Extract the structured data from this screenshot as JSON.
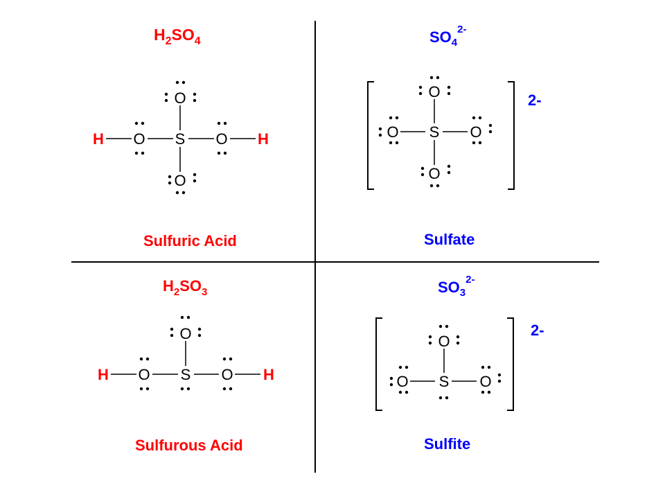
{
  "colors": {
    "acid": "#ff0000",
    "ion": "#0000ff",
    "ink": "#000000"
  },
  "atoms": {
    "hydrogen": "H",
    "oxygen": "O",
    "sulfur": "S"
  },
  "panels": {
    "sulfuric_acid": {
      "formula": {
        "p1": "H",
        "sub1": "2",
        "p2": "SO",
        "sub2": "4"
      },
      "name": "Sulfuric Acid"
    },
    "sulfate": {
      "formula": {
        "p1": "SO",
        "sub1": "4",
        "sup": "2-"
      },
      "charge": "2-",
      "name": "Sulfate"
    },
    "sulfurous_acid": {
      "formula": {
        "p1": "H",
        "sub1": "2",
        "p2": "SO",
        "sub2": "3"
      },
      "name": "Sulfurous Acid"
    },
    "sulfite": {
      "formula": {
        "p1": "SO",
        "sub1": "3",
        "sup": "2-"
      },
      "charge": "2-",
      "name": "Sulfite"
    }
  }
}
